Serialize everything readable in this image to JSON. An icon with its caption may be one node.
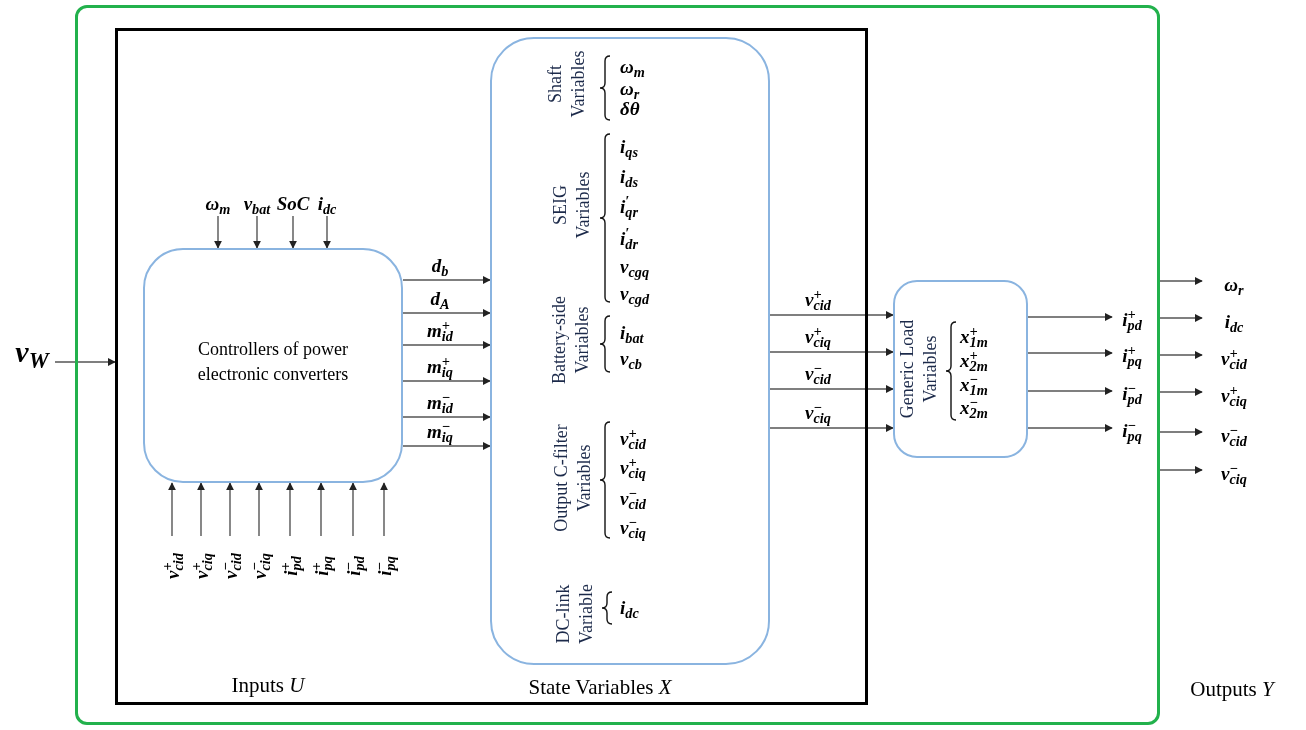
{
  "diagram": {
    "nodes": [
      {
        "text": [
          "Outputs *Y*"
        ]
      },
      {
        "text": [
          "Inputs *U*"
        ],
        "in": 0
      },
      {
        "text": [
          "Controllers of power electronic converters"
        ],
        "in": 1
      },
      {
        "text": [
          "State Variables *X*",
          "Shaft Variables",
          "ω$_{m}$",
          "ω$_{r}$",
          "δθ",
          "SEIG Variables",
          "i$_{qs}$",
          "i$_{ds}$",
          "i$^{′}$$_{qr}$",
          "i$^{′}$$_{dr}$",
          "v$_{cgq}$",
          "v$_{cgd}$",
          "Battery-side Variables",
          "i$_{bat}$",
          "v$_{c}$$_{b}$",
          "Output C-filter Variables",
          "v$^{+}$$_{cid}$",
          "v$^{+}$$_{ciq}$",
          "v$^{−}$$_{cid}$",
          "v$^{−}$$_{ciq}$",
          "DC-link Variable",
          "i$_{dc}$"
        ],
        "in": 1
      },
      {
        "text": [
          "Generic Load Variables",
          "x$^{+}$$_{1m}$",
          "x$^{+}$$_{2m}$",
          "x$^{−}$$_{1m}$",
          "x$^{−}$$_{2m}$"
        ],
        "in": 0
      }
    ],
    "edges": [
      {
        "from": null,
        "to": 1,
        "arrow": "to",
        "label": "v$_{W}$"
      },
      {
        "from": null,
        "to": 2,
        "arrow": "to",
        "label": "ω$_{m}$"
      },
      {
        "from": null,
        "to": 2,
        "arrow": "to",
        "label": "v$_{bat}$"
      },
      {
        "from": null,
        "to": 2,
        "arrow": "to",
        "label": "SoC"
      },
      {
        "from": null,
        "to": 2,
        "arrow": "to",
        "label": "i$_{dc}$"
      },
      {
        "from": null,
        "to": 2,
        "arrow": "to",
        "label": "v$^{+}$$_{cid}$"
      },
      {
        "from": null,
        "to": 2,
        "arrow": "to",
        "label": "v$^{+}$$_{ciq}$"
      },
      {
        "from": null,
        "to": 2,
        "arrow": "to",
        "label": "v$^{−}$$_{cid}$"
      },
      {
        "from": null,
        "to": 2,
        "arrow": "to",
        "label": "v$^{−}$$_{ciq}$"
      },
      {
        "from": null,
        "to": 2,
        "arrow": "to",
        "label": "i$^{+}$$_{pd}$"
      },
      {
        "from": null,
        "to": 2,
        "arrow": "to",
        "label": "i$^{+}$$_{pq}$"
      },
      {
        "from": null,
        "to": 2,
        "arrow": "to",
        "label": "i$^{−}$$_{pd}$"
      },
      {
        "from": null,
        "to": 2,
        "arrow": "to",
        "label": "i$^{−}$$_{pq}$"
      },
      {
        "from": 2,
        "to": 3,
        "arrow": "to",
        "label": "d$_{b}$"
      },
      {
        "from": 2,
        "to": 3,
        "arrow": "to",
        "label": "d$_{A}$"
      },
      {
        "from": 2,
        "to": 3,
        "arrow": "to",
        "label": "m$^{+}$$_{id}$"
      },
      {
        "from": 2,
        "to": 3,
        "arrow": "to",
        "label": "m$^{+}$$_{iq}$"
      },
      {
        "from": 2,
        "to": 3,
        "arrow": "to",
        "label": "m$^{−}$$_{id}$"
      },
      {
        "from": 2,
        "to": 3,
        "arrow": "to",
        "label": "m$^{−}$$_{iq}$"
      },
      {
        "from": 3,
        "to": 4,
        "arrow": "to",
        "label": "v$^{+}$$_{cid}$"
      },
      {
        "from": 3,
        "to": 4,
        "arrow": "to",
        "label": "v$^{+}$$_{ciq}$"
      },
      {
        "from": 3,
        "to": 4,
        "arrow": "to",
        "label": "v$^{−}$$_{cid}$"
      },
      {
        "from": 3,
        "to": 4,
        "arrow": "to",
        "label": "v$^{−}$$_{ciq}$"
      },
      {
        "from": 4,
        "to": null,
        "arrow": "to",
        "label": "i$^{+}$$_{pd}$"
      },
      {
        "from": 4,
        "to": null,
        "arrow": "to",
        "label": "i$^{+}$$_{pq}$"
      },
      {
        "from": 4,
        "to": null,
        "arrow": "to",
        "label": "i$^{−}$$_{pd}$"
      },
      {
        "from": 4,
        "to": null,
        "arrow": "to",
        "label": "i$^{−}$$_{pq}$"
      },
      {
        "from": 0,
        "to": null,
        "arrow": "to",
        "label": "ω$_{r}$"
      },
      {
        "from": 0,
        "to": null,
        "arrow": "to",
        "label": "i$_{dc}$"
      },
      {
        "from": 0,
        "to": null,
        "arrow": "to",
        "label": "v$^{+}$$_{cid}$"
      },
      {
        "from": 0,
        "to": null,
        "arrow": "to",
        "label": "v$^{+}$$_{ciq}$"
      },
      {
        "from": 0,
        "to": null,
        "arrow": "to",
        "label": "v$^{−}$$_{cid}$"
      },
      {
        "from": 0,
        "to": null,
        "arrow": "to",
        "label": "v$^{−}$$_{ciq}$"
      }
    ]
  }
}
